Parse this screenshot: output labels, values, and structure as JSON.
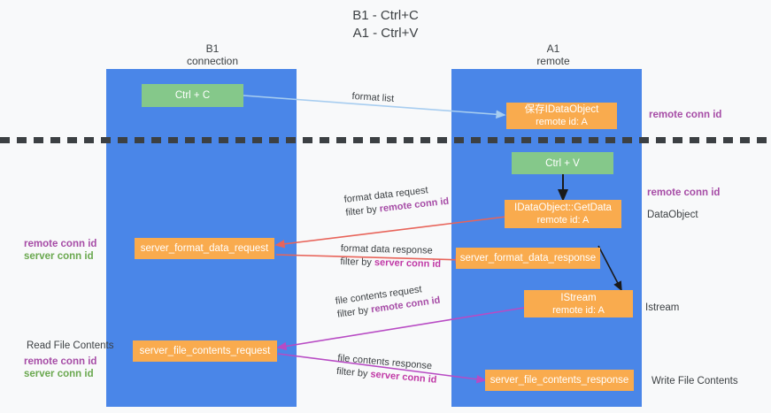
{
  "title": {
    "line1": "B1 - Ctrl+C",
    "line2": "A1 - Ctrl+V"
  },
  "columns": [
    {
      "name": "B1",
      "subtitle": "connection"
    },
    {
      "name": "A1",
      "subtitle": "remote"
    }
  ],
  "nodes": [
    {
      "id": "ctrl-c",
      "label": "Ctrl + C",
      "sublabel": "",
      "color": "#85c88a"
    },
    {
      "id": "save-idataobject",
      "label": "保存IDataObject",
      "sublabel": "remote id: A",
      "color": "#f9ab4e"
    },
    {
      "id": "ctrl-v",
      "label": "Ctrl + V",
      "sublabel": "",
      "color": "#85c88a"
    },
    {
      "id": "idataobject-getdata",
      "label": "IDataObject::GetData",
      "sublabel": "remote id: A",
      "color": "#f9ab4e"
    },
    {
      "id": "server-format-data-request",
      "label": "server_format_data_request",
      "sublabel": "",
      "color": "#f9ab4e"
    },
    {
      "id": "server-format-data-response",
      "label": "server_format_data_response",
      "sublabel": "",
      "color": "#f9ab4e"
    },
    {
      "id": "istream",
      "label": "IStream",
      "sublabel": "remote id: A",
      "color": "#f9ab4e"
    },
    {
      "id": "server-file-contents-request",
      "label": "server_file_contents_request",
      "sublabel": "",
      "color": "#f9ab4e"
    },
    {
      "id": "server-file-contents-response",
      "label": "server_file_contents_response",
      "sublabel": "",
      "color": "#f9ab4e"
    }
  ],
  "edge_labels": {
    "format_list": "format list",
    "format_data_request": "format data request",
    "format_data_request_filter_prefix": "filter by ",
    "format_data_request_filter_key": "remote conn id",
    "format_data_response": "format data response",
    "format_data_response_filter_prefix": "filter by ",
    "format_data_response_filter_key": "server conn id",
    "file_contents_request": "file contents request",
    "file_contents_request_filter_prefix": "filter by ",
    "file_contents_request_filter_key": "remote conn id",
    "file_contents_response": "file contents response",
    "file_contents_response_filter_prefix": "filter by ",
    "file_contents_response_filter_key": "server conn id"
  },
  "annotations": {
    "right_top_remote_conn_id": "remote conn id",
    "right_mid_remote_conn_id": "remote conn id",
    "right_dataobject": "DataObject",
    "right_istream": "Istream",
    "right_write_file_contents": "Write File Contents",
    "left_remote_conn_id": "remote conn id",
    "left_server_conn_id": "server conn id",
    "left_read_file_contents": "Read File Contents",
    "left_bottom_remote_conn_id": "remote conn id",
    "left_bottom_server_conn_id": "server conn id"
  },
  "colors": {
    "lane": "#4a86e8",
    "node_green": "#85c88a",
    "node_orange": "#f9ab4e",
    "background": "#f8f9fa",
    "separator": "#3c4043",
    "arrow_format_list": "#a7cdf0",
    "arrow_red": "#e8645a",
    "arrow_black": "#1a1a1a",
    "arrow_magenta": "#b84bc4",
    "key_remote_conn_id": "#a64ca6",
    "key_server_conn_id": "#6aa84f"
  }
}
